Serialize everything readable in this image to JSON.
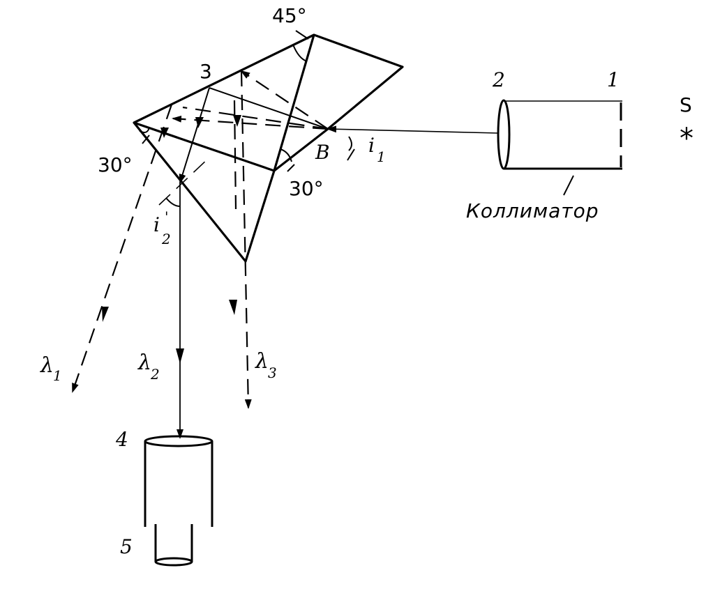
{
  "labels": {
    "angle_top": "45°",
    "angle_left": "30°",
    "angle_bottom": "30°",
    "point_3": "3",
    "point_b": "B",
    "label_1": "1",
    "label_2": "2",
    "label_4": "4",
    "label_5": "5",
    "source_s": "S",
    "source_star": "*",
    "collimator": "Коллиматор"
  },
  "symbols": {
    "i1_letter": "i",
    "i1_sub": "1",
    "i2_letter": "i",
    "i2_sub": "2",
    "i2_prime": "'",
    "lambda": "λ",
    "lambda1_sub": "1",
    "lambda2_sub": "2",
    "lambda3_sub": "3"
  }
}
